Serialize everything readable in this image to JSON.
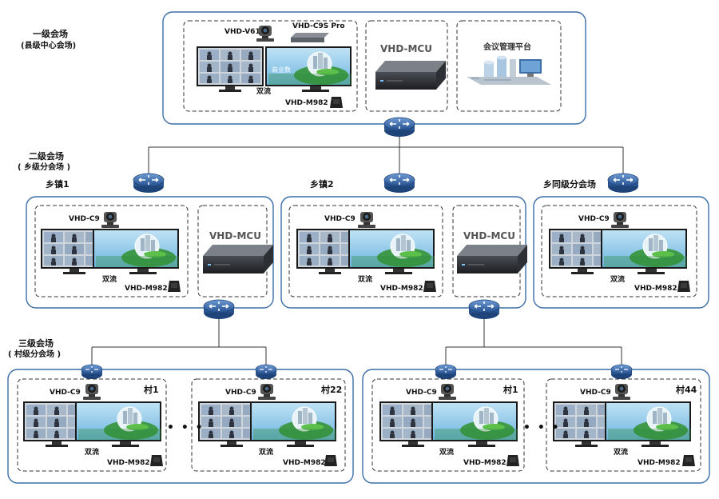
{
  "levels": {
    "level1": [
      "一级会场",
      "(县级中心会场)"
    ],
    "level2": [
      "二级会场",
      "( 乡级分会场 )"
    ],
    "level3": [
      "三级会场",
      "( 村级分会场 )"
    ]
  },
  "top": {
    "camera_label": "VHD-V61",
    "codec_label": "VHD-C9S Pro",
    "dual_stream_label": "双流",
    "mic_label": "VHD-M982",
    "mcu_label": "VHD-MCU",
    "platform_label": "会议管理平台"
  },
  "towns": [
    {
      "name": "乡镇1",
      "camera": "VHD-C9",
      "dual": "双流",
      "mic": "VHD-M982",
      "mcu": "VHD-MCU"
    },
    {
      "name": "乡镇2",
      "camera": "VHD-C9",
      "dual": "双流",
      "mic": "VHD-M982",
      "mcu": "VHD-MCU"
    },
    {
      "name": "乡同级分会场",
      "camera": "VHD-C9",
      "dual": "双流",
      "mic": "VHD-M982"
    }
  ],
  "villages": [
    {
      "name": "村1",
      "camera": "VHD-C9",
      "dual": "双流",
      "mic": "VHD-M982"
    },
    {
      "name": "村22",
      "camera": "VHD-C9",
      "dual": "双流",
      "mic": "VHD-M982"
    },
    {
      "name": "村1",
      "camera": "VHD-C9",
      "dual": "双流",
      "mic": "VHD-M982"
    },
    {
      "name": "村44",
      "camera": "VHD-C9",
      "dual": "双流",
      "mic": "VHD-M982"
    }
  ],
  "ellipsis": "• • •",
  "screen_text": "商业数",
  "colors": {
    "frame_border": "#3b6ea8",
    "router": "#2f5f9e",
    "screen_green": "#3e9a4a",
    "screen_sky": "#8ec6e8"
  }
}
